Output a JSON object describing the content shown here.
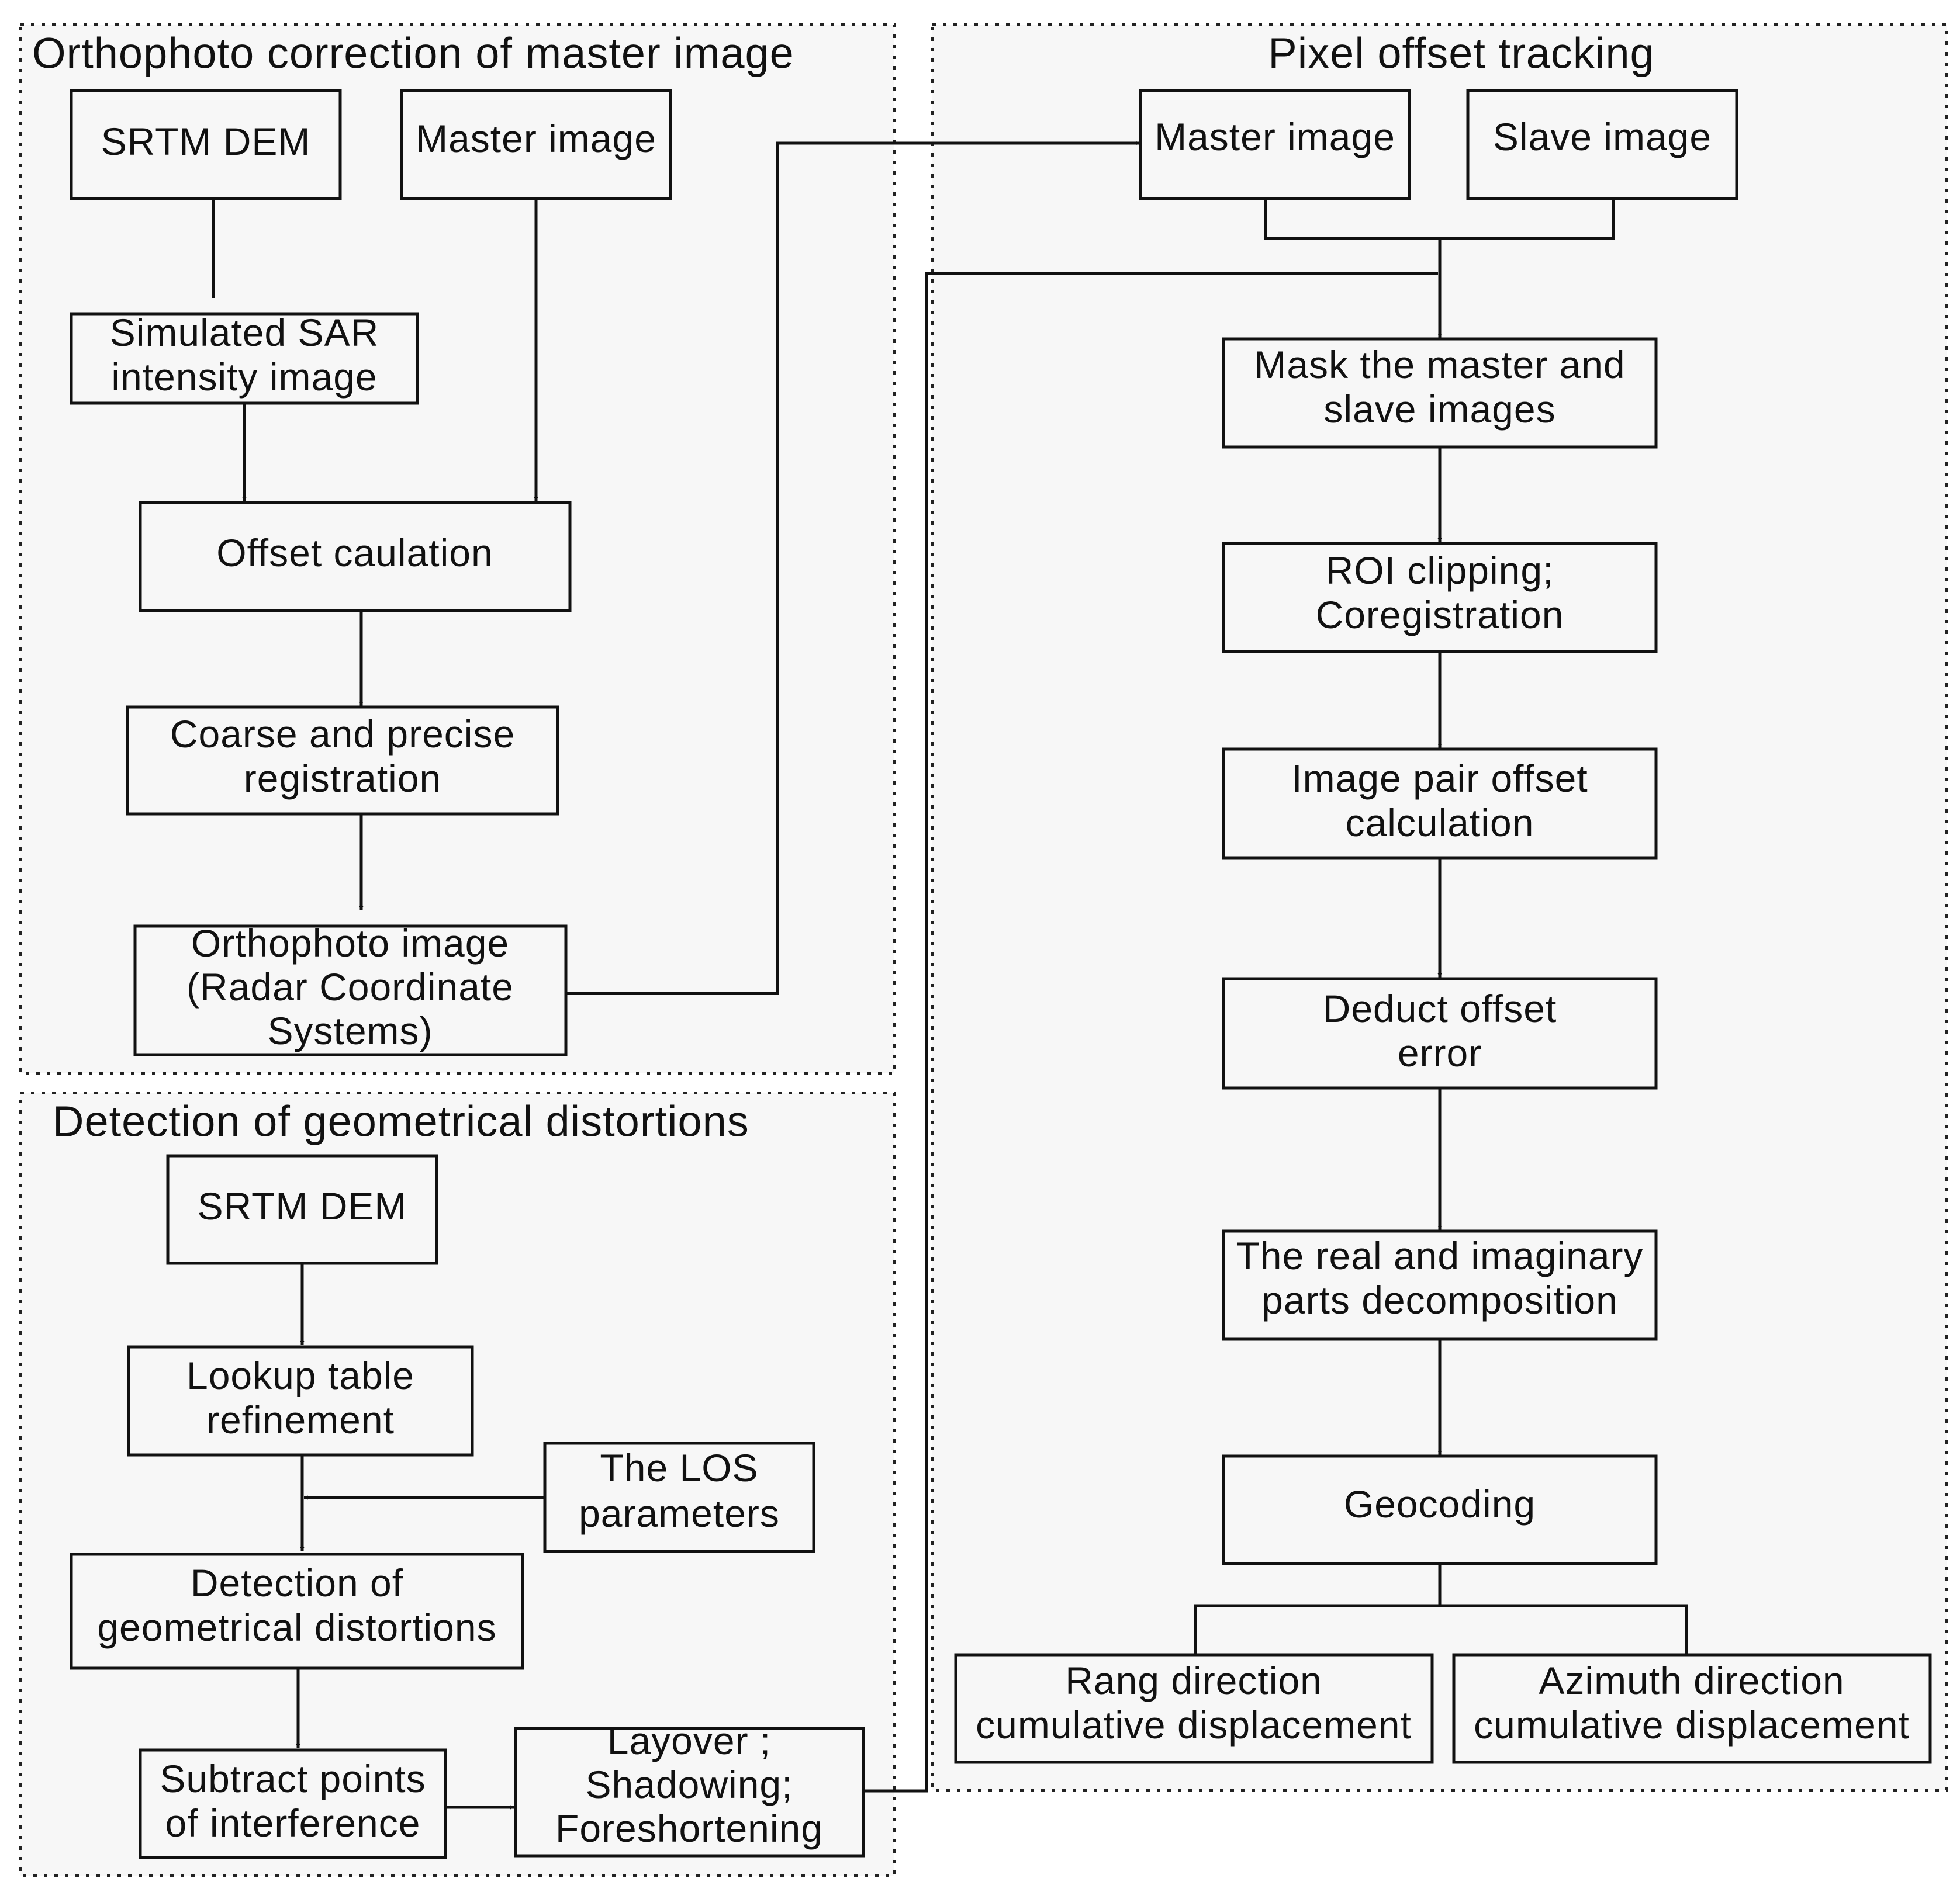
{
  "panels": {
    "ortho": {
      "title": "Orthophoto correction of master image"
    },
    "pixel": {
      "title": "Pixel offset tracking"
    },
    "detect": {
      "title": "Detection of geometrical distortions"
    }
  },
  "nodes": {
    "srtm_dem_1": [
      "SRTM DEM"
    ],
    "master_image_1": [
      "Master image"
    ],
    "simulated_sar": [
      "Simulated SAR",
      "intensity image"
    ],
    "offset_calculation": [
      "Offset caulation"
    ],
    "coarse_precise": [
      "Coarse and precise",
      "registration"
    ],
    "orthophoto_image": [
      "Orthophoto image",
      "(Radar Coordinate",
      "Systems)"
    ],
    "master_image_2": [
      "Master image"
    ],
    "slave_image": [
      "Slave image"
    ],
    "mask": [
      "Mask the master and",
      "slave images"
    ],
    "roi": [
      "ROI clipping;",
      "Coregistration"
    ],
    "pair_offset": [
      "Image pair offset",
      "calculation"
    ],
    "deduct": [
      "Deduct offset",
      "error"
    ],
    "decomposition": [
      "The real and imaginary",
      "parts decomposition"
    ],
    "geocoding": [
      "Geocoding"
    ],
    "range_disp": [
      "Rang direction",
      "cumulative displacement"
    ],
    "azimuth_disp": [
      "Azimuth direction",
      "cumulative displacement"
    ],
    "srtm_dem_2": [
      "SRTM DEM"
    ],
    "lookup": [
      "Lookup table",
      "refinement"
    ],
    "los": [
      "The LOS",
      "parameters"
    ],
    "detection": [
      "Detection of",
      "geometrical distortions"
    ],
    "subtract": [
      "Subtract points",
      "of interference"
    ],
    "layover": [
      "Layover ;",
      "Shadowing;",
      "Foreshortening"
    ]
  },
  "colors": {
    "line": "#111111",
    "fill": "#f7f7f7"
  }
}
